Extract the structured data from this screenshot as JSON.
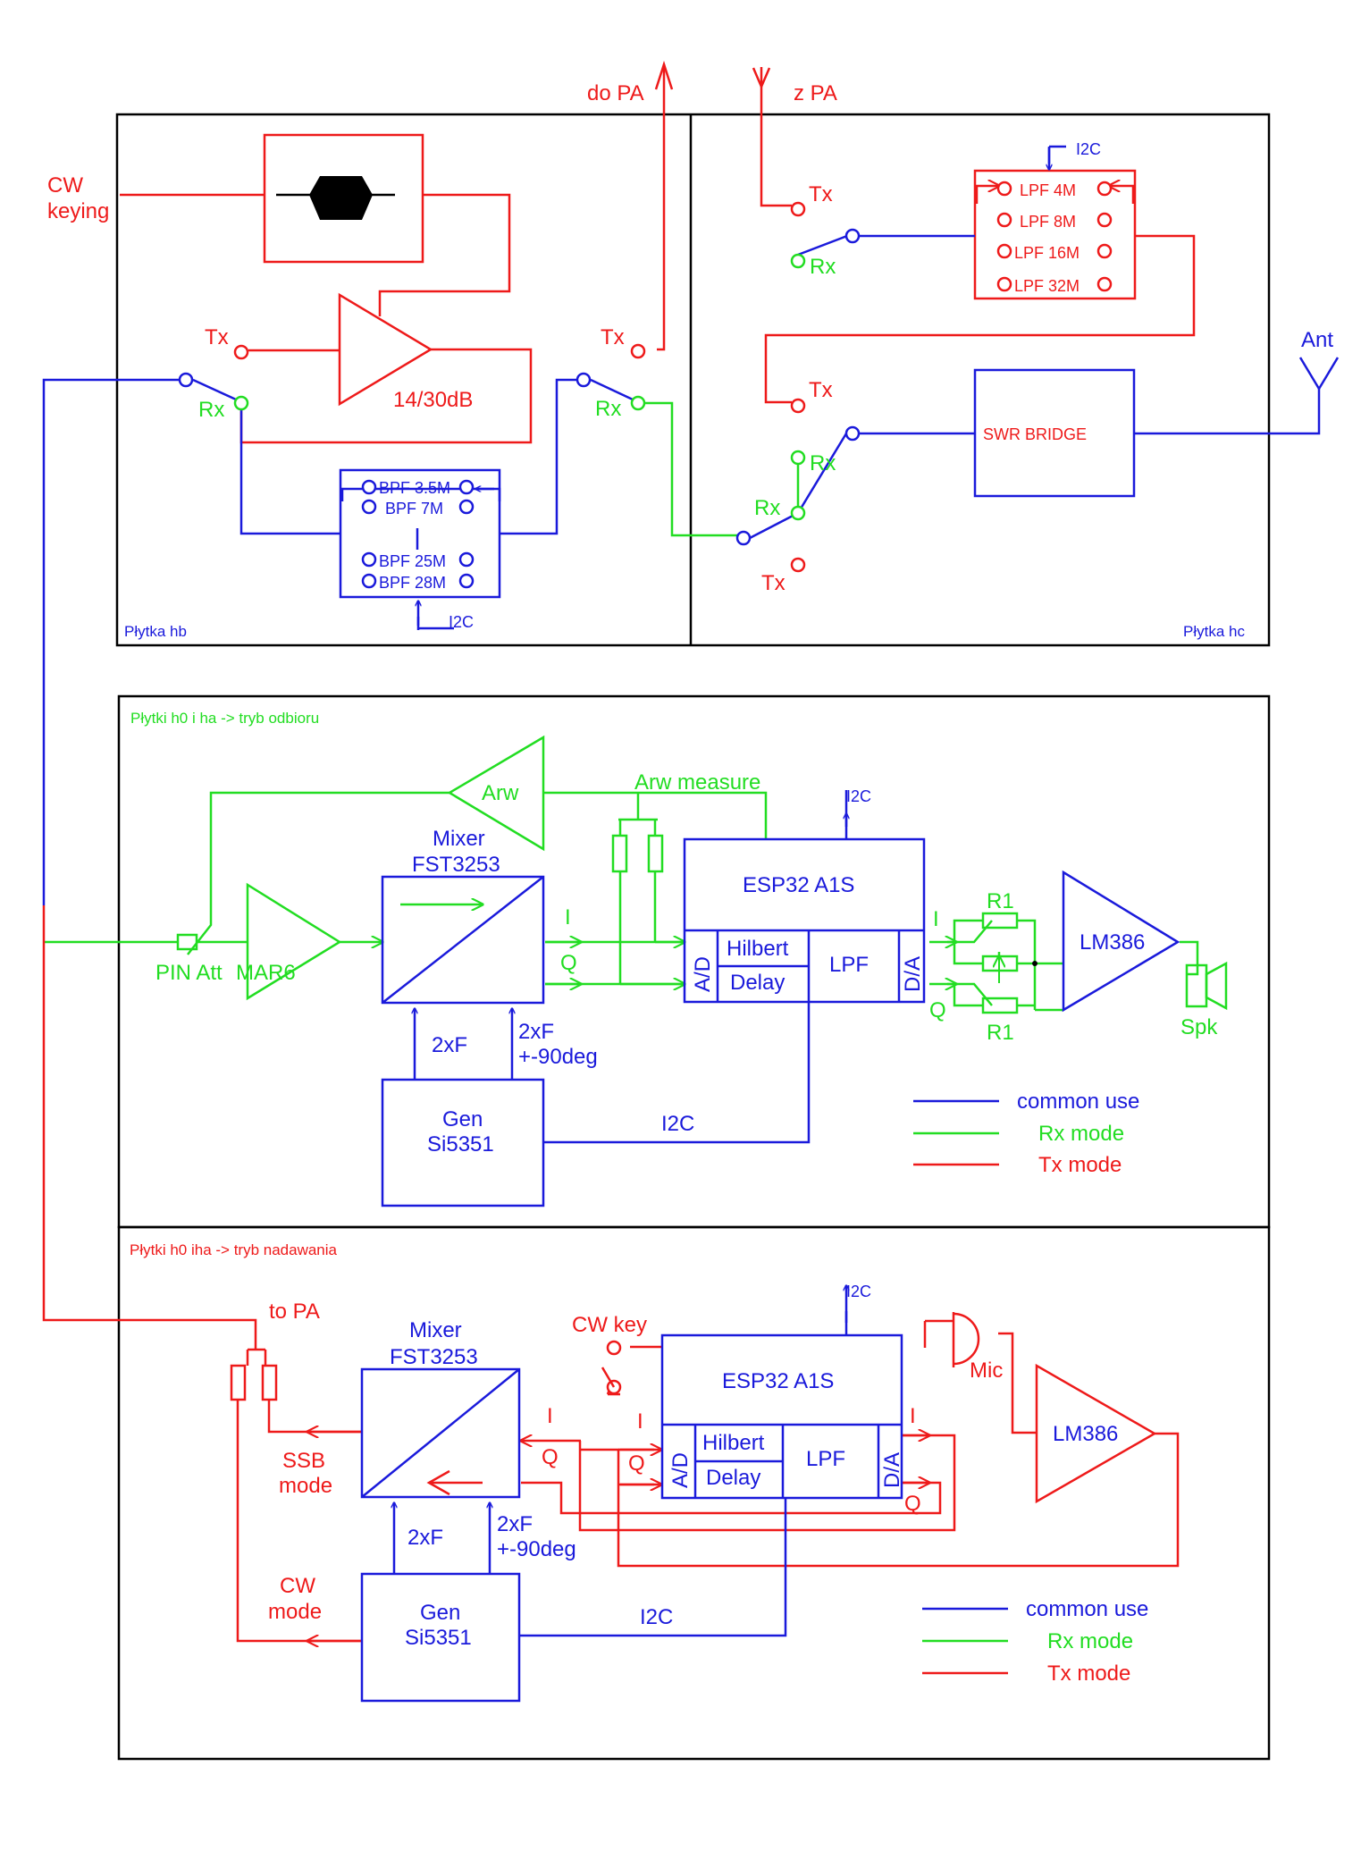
{
  "colors": {
    "common": "#1a1adb",
    "rx": "#22dd22",
    "tx": "#ee1a1a"
  },
  "top": {
    "cw_keying": [
      "CW",
      "keying"
    ],
    "do_pa": "do PA",
    "z_pa": "z PA",
    "tx": "Tx",
    "rx": "Rx",
    "gain": "14/30dB",
    "i2c": "I2C",
    "bpf": [
      "BPF 3.5M",
      "BPF 7M",
      "BPF 25M",
      "BPF 28M"
    ],
    "lpf": [
      "LPF 4M",
      "LPF 8M",
      "LPF 16M",
      "LPF 32M"
    ],
    "swr": "SWR BRIDGE",
    "ant": "Ant",
    "board_hb": "Płytka hb",
    "board_hc": "Płytka hc"
  },
  "rx": {
    "title": "Płytki h0 i ha -> tryb odbioru",
    "arw": "Arw",
    "arw_measure": "Arw measure",
    "mixer": [
      "Mixer",
      "FST3253"
    ],
    "esp": "ESP32 A1S",
    "hilbert": "Hilbert",
    "delay": "Delay",
    "lpf": "LPF",
    "ad": "A/D",
    "da": "D/A",
    "i": "I",
    "q": "Q",
    "r1": "R1",
    "lm386": "LM386",
    "spk": "Spk",
    "pin_att": "PIN Att",
    "mar6": "MAR6",
    "f2x": "2xF",
    "f2x90": [
      "2xF",
      "+-90deg"
    ],
    "gen": [
      "Gen",
      "Si5351"
    ],
    "i2c": "I2C"
  },
  "tx": {
    "title": "Płytki h0 iha -> tryb nadawania",
    "to_pa": "to PA",
    "mixer": [
      "Mixer",
      "FST3253"
    ],
    "cw_key": "CW key",
    "esp": "ESP32 A1S",
    "mic": "Mic",
    "hilbert": "Hilbert",
    "delay": "Delay",
    "lpf": "LPF",
    "ad": "A/D",
    "da": "D/A",
    "i": "I",
    "q": "Q",
    "lm386": "LM386",
    "ssb_mode": [
      "SSB",
      "mode"
    ],
    "cw_mode": [
      "CW",
      "mode"
    ],
    "f2x": "2xF",
    "f2x90": [
      "2xF",
      "+-90deg"
    ],
    "gen": [
      "Gen",
      "Si5351"
    ],
    "i2c": "I2C"
  },
  "legend": {
    "common": "common use",
    "rx": "Rx mode",
    "tx": "Tx mode"
  }
}
